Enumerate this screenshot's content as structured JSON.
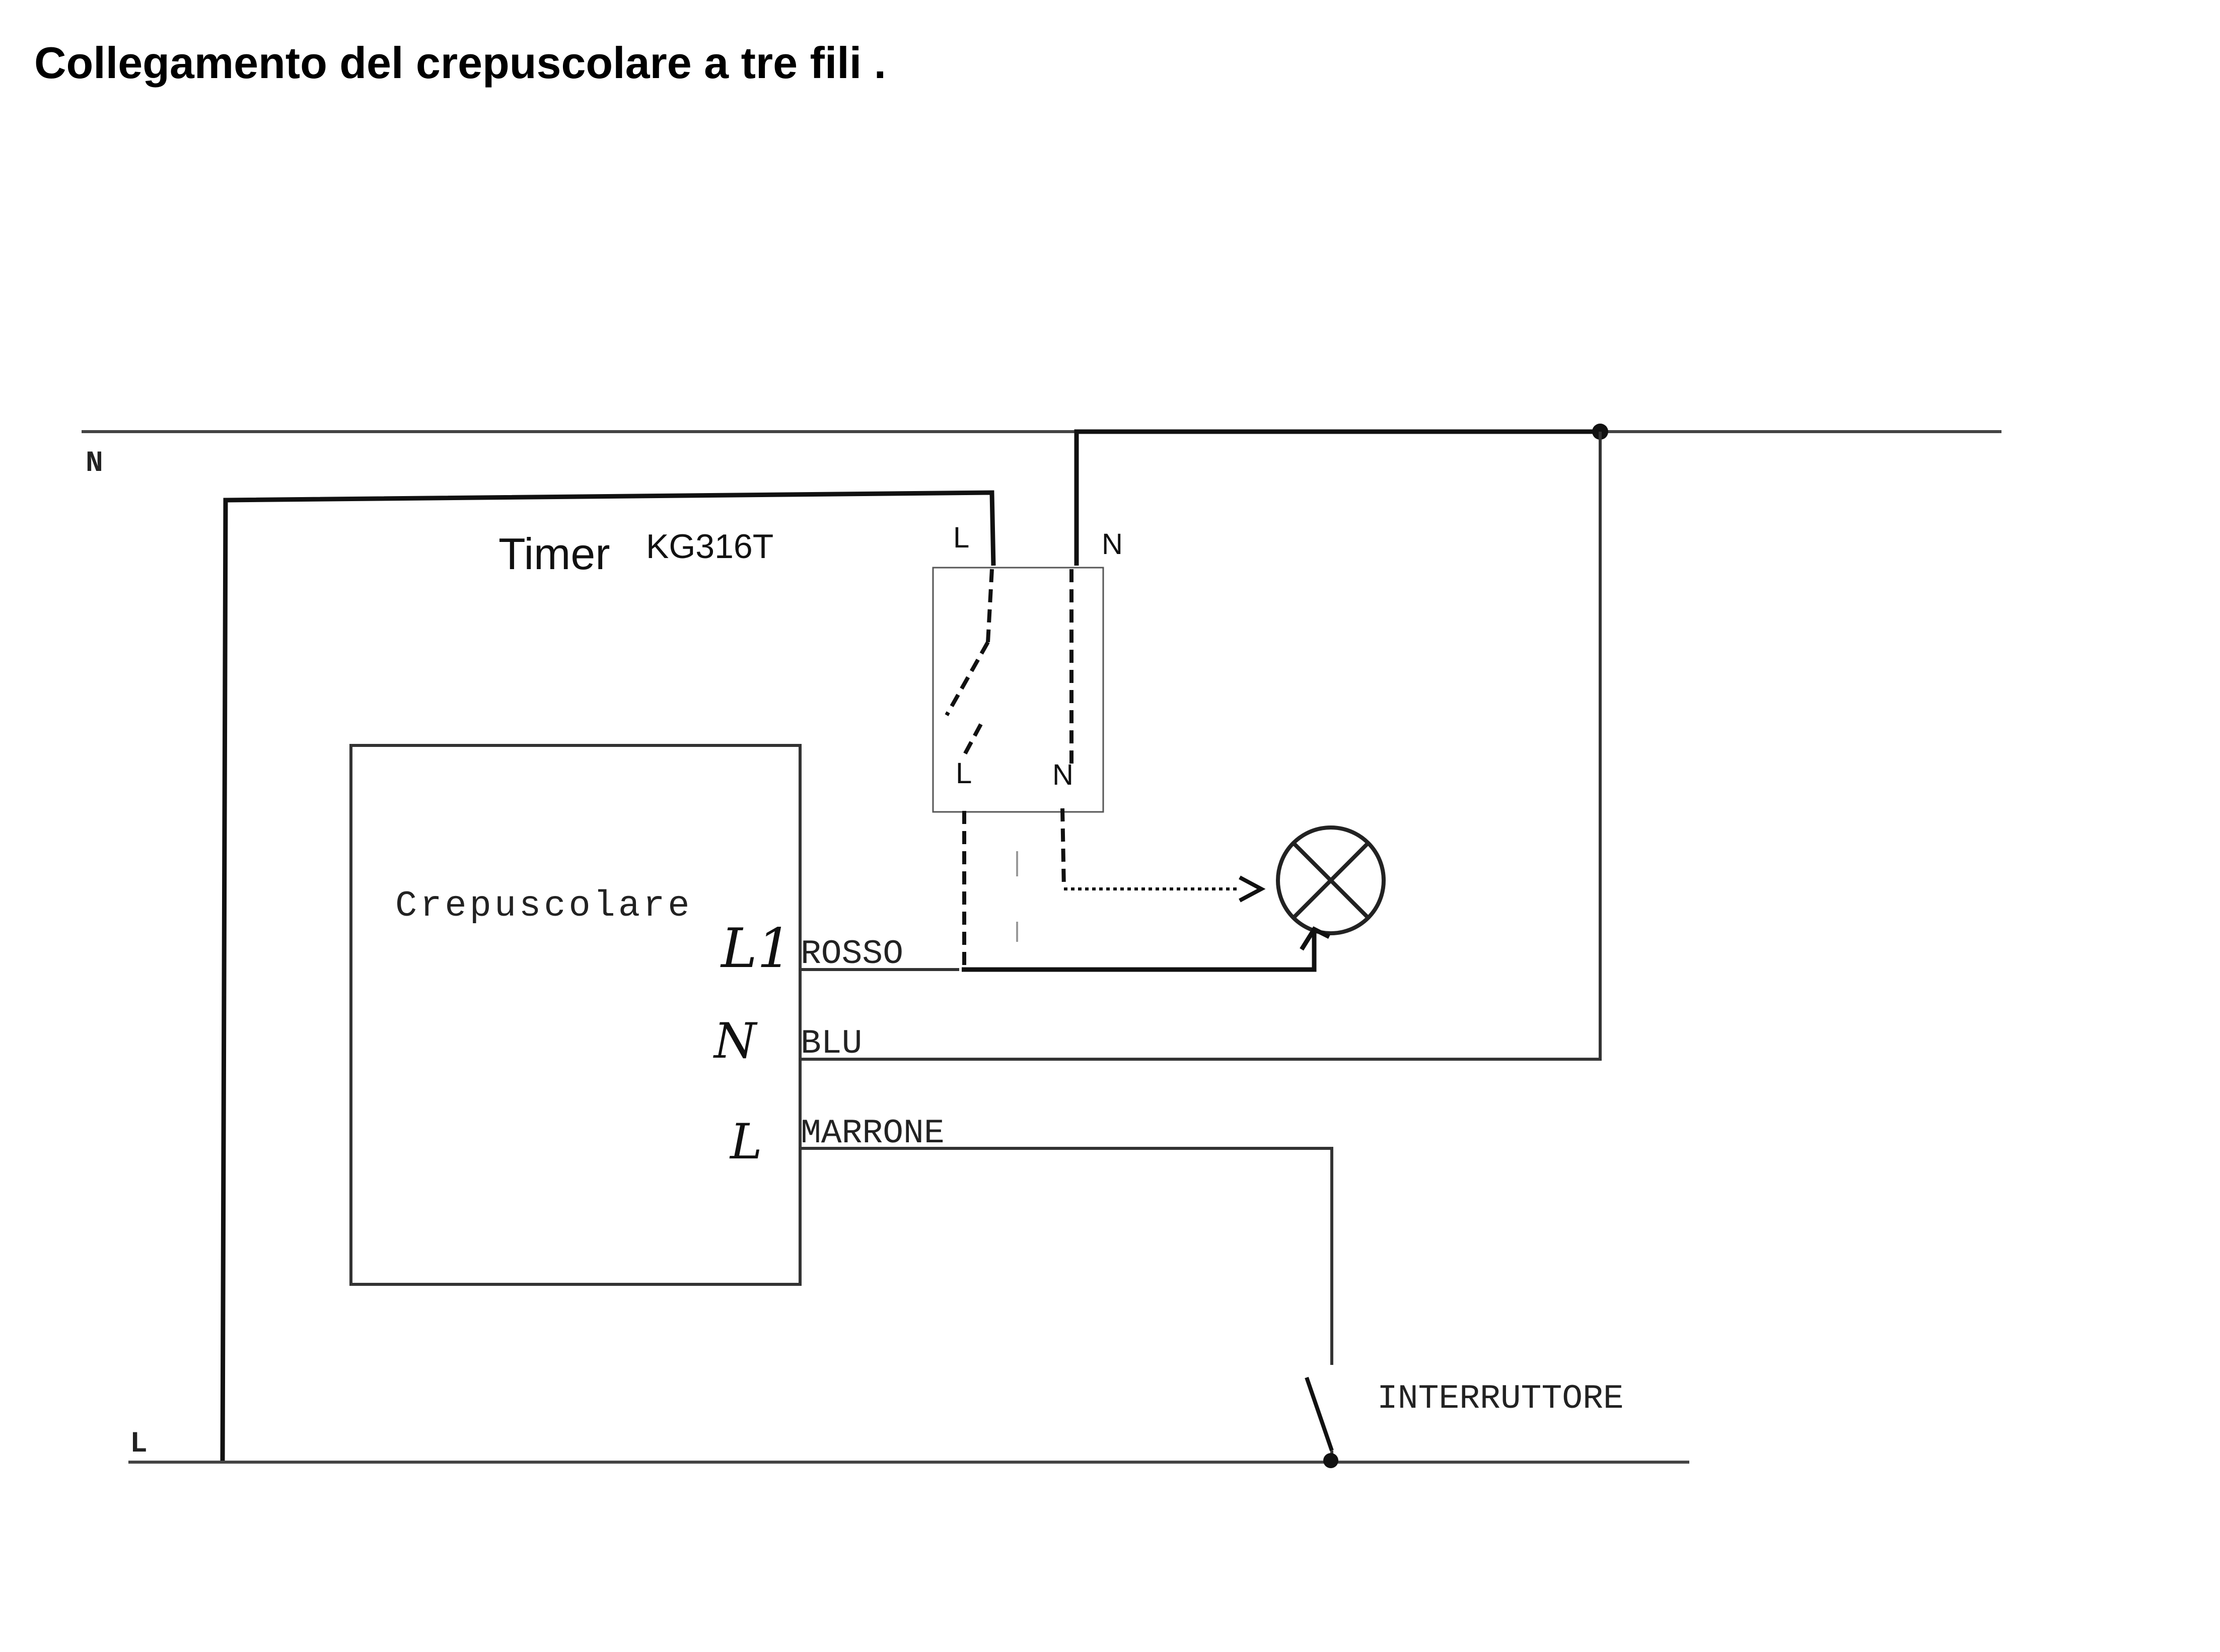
{
  "title": "Collegamento del crepuscolare a tre fili .",
  "bus": {
    "neutral_label": "N",
    "live_label": "L"
  },
  "timer": {
    "label": "Timer",
    "model": "KG316T",
    "top_left_label": "L",
    "top_right_label": "N",
    "bottom_left_label": "L",
    "bottom_right_label": "N"
  },
  "crepuscolare": {
    "label": "Crepuscolare",
    "terminals": [
      {
        "mark": "L1",
        "wire": "ROSSO"
      },
      {
        "mark": "N",
        "wire": "BLU"
      },
      {
        "mark": "L",
        "wire": "MARRONE"
      }
    ]
  },
  "switch": {
    "label": "INTERRUTTORE"
  },
  "lamp": {
    "symbol": "lamp"
  }
}
